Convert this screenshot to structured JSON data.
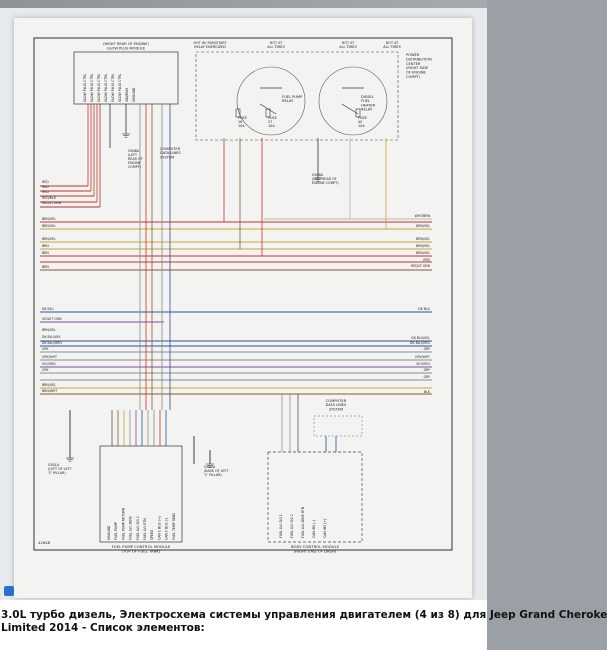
{
  "diagram": {
    "figure_number": "42648",
    "modules": {
      "glow_plug": "(RIGHT REAR OF ENGINE)\nGLOW PLUG MODULE",
      "pdc": "POWER\nDISTRIBUTION\nCENTER\n(RIGHT SIDE\nOF ENGINE\nCOMPT)",
      "fuel_pump_relay": "FUEL PUMP\nRELAY",
      "fuel_heater_relay": "DIESEL\nFUEL\nHEATER\nRELAY",
      "fuel_pump_control": "FUEL PUMP CONTROL MODULE\n(TOP OF FUEL TANK)",
      "body_control": "BODY CONTROL MODULE\n(RIGHT END OF DASH)",
      "computer_data_1": "COMPUTER\nDATA LINES\nSYSTEM",
      "computer_data_2": "COMPUTER\nDATA LINES\nSYSTEM",
      "computer_data_3": "COMPUTER\nDATA LINES\nSYSTEM"
    },
    "power_feeds": [
      "HOT W/ RUN/START\nRELAY ENERGIZED",
      "HOT AT\nALL TIMES",
      "HOT AT\nALL TIMES",
      "HOT AT\nALL TIMES"
    ],
    "fuses": [
      "FUSE\n16\n10A",
      "FUSE\n27\n10A",
      "FUSE\n40\n10A"
    ],
    "grounds": [
      "G906A\n(LEFT\nREAR OF\nENGINE\nCOMPT)",
      "G906A\n(LEFT REAR OF\nENGINE COMPT)",
      "G501A\n(LEFT OF LEFT\n'C' PILLAR)",
      "G903A\n(BASE OF LEFT\n'C' PILLAR)"
    ],
    "left_wires": [
      "RED",
      "RED",
      "RED",
      "RED/BLK",
      "RED/LT GRN",
      "BRN/VEL",
      "BRN/VEL",
      "BRN/VEL",
      "BRN",
      "BRN",
      "BRN",
      "DK BLU",
      "VIOLET GRN",
      "BRN/VEL",
      "DK BLU/VEL",
      "DK BLU/ORG",
      "GRY",
      "GRY/WHT",
      "VIO/ORG",
      "GRY",
      "BRN/VEL",
      "BRN/WHT"
    ],
    "right_wires": [
      "WHT/BRN",
      "BRN/VEL",
      "BRN/VEL",
      "BRN/VEL",
      "BRN/VEL",
      "RED",
      "RED/LT GRN",
      "DK BLU",
      "DK BLU/VEL",
      "DK BLU/ORG",
      "GRY",
      "GRY/WHT",
      "VIO/ORG",
      "GRY",
      "GRY",
      "BLK"
    ],
    "connector_glow": [
      "GLOW PLUG CTRL",
      "GLOW PLUG CTRL",
      "GLOW PLUG CTRL",
      "GLOW PLUG CTRL",
      "GLOW PLUG CTRL",
      "GLOW PLUG CTRL",
      "IGN/RUN",
      "GROUND"
    ],
    "connector_fuel_pump": [
      "GROUND",
      "FUEL PUMP",
      "FUEL PUMP RETURN",
      "FUEL LVL SENS",
      "FUEL LVL SIG 2",
      "FUEL LVL RTN",
      "SPEED",
      "CAN C BUS (+)",
      "CAN C BUS (-)",
      "FUEL TEMP SENS"
    ],
    "connector_bcm": [
      "FUEL LVL SIG 1",
      "FUEL LVL SIG 2",
      "FUEL LVL SENS RTN",
      "CAN IHS (-)",
      "CAN IHS (+)"
    ]
  },
  "caption": {
    "line1": "3.0L турбо дизель, Электросхема системы управления двигателем (4 из 8) для Jeep Grand Cheroke",
    "line2": "Limited 2014 - Список элементов:"
  }
}
